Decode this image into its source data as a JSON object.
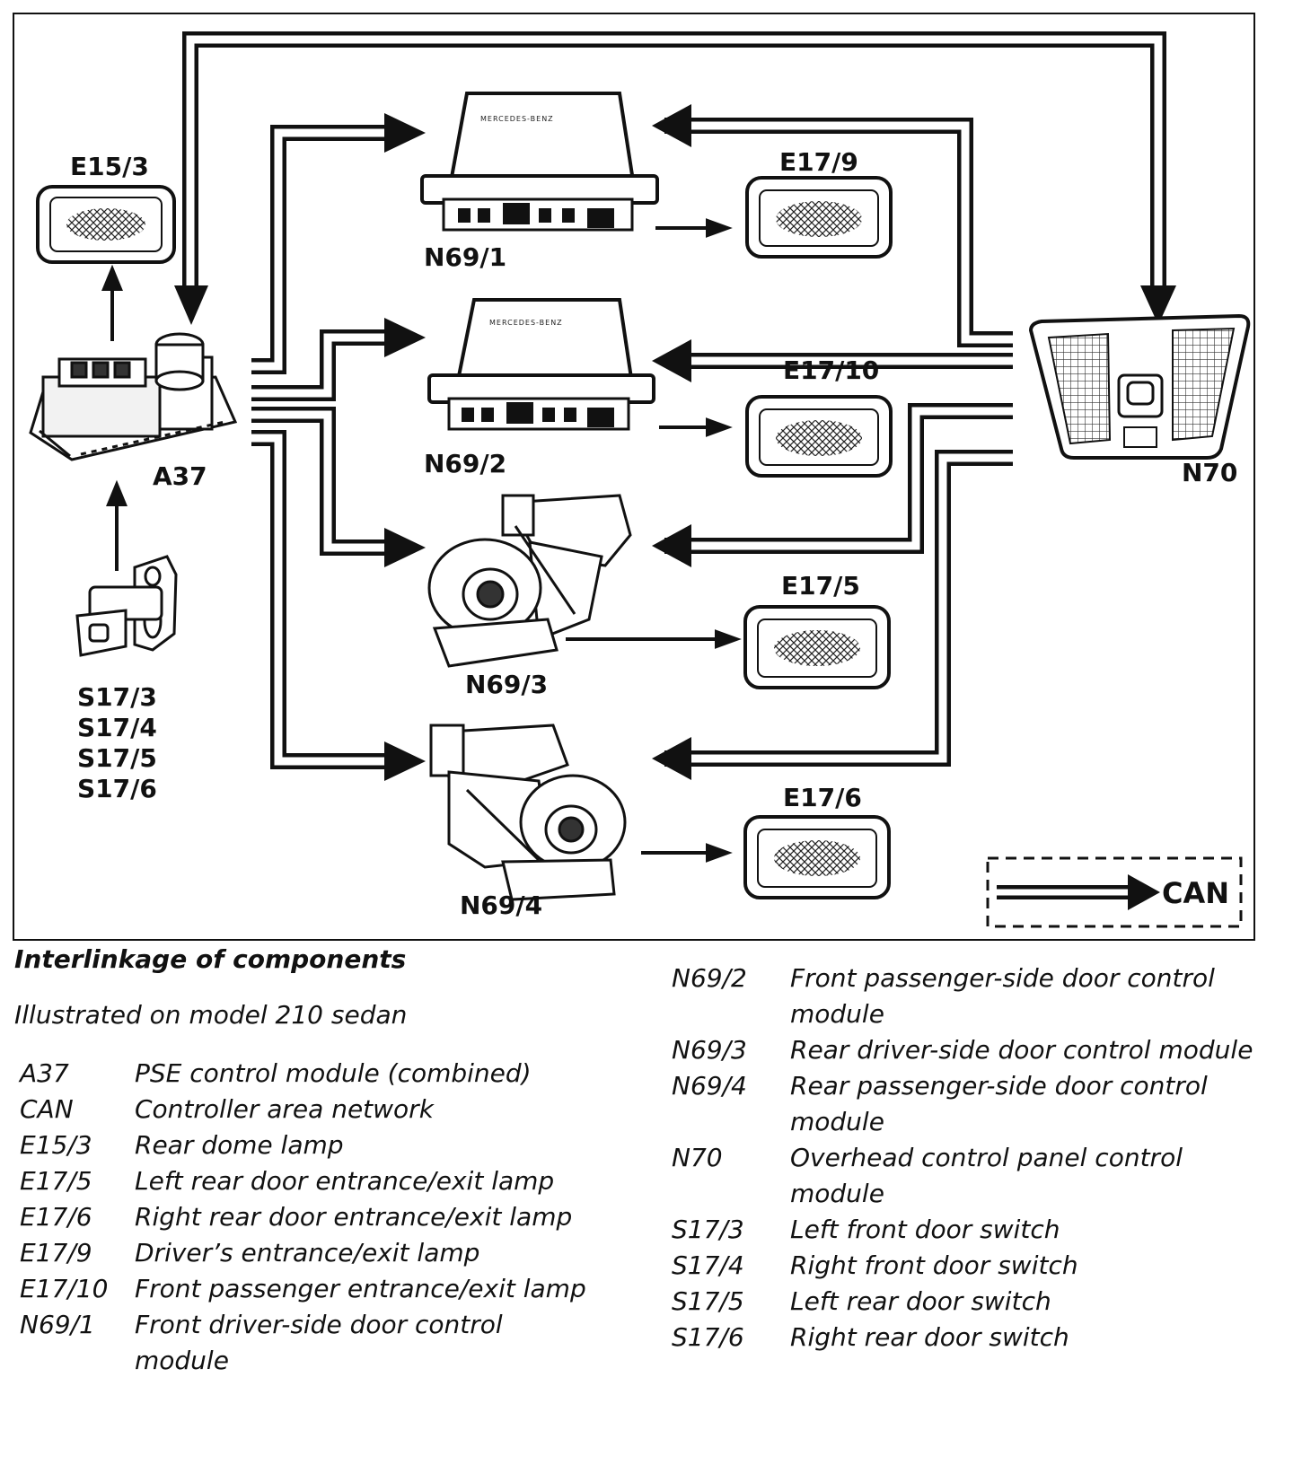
{
  "diagram": {
    "labels": {
      "e15_3": "E15/3",
      "a37": "A37",
      "s17_3": "S17/3",
      "s17_4": "S17/4",
      "s17_5": "S17/5",
      "s17_6": "S17/6",
      "n69_1": "N69/1",
      "n69_2": "N69/2",
      "n69_3": "N69/3",
      "n69_4": "N69/4",
      "e17_9": "E17/9",
      "e17_10": "E17/10",
      "e17_5": "E17/5",
      "e17_6": "E17/6",
      "n70": "N70",
      "can": "CAN"
    },
    "brand_text": "MERCEDES-BENZ"
  },
  "legend": {
    "title": "Interlinkage of components",
    "subtitle": "Illustrated on model 210 sedan",
    "left_items": [
      {
        "code": "A37",
        "desc": "PSE control module (combined)"
      },
      {
        "code": "CAN",
        "desc": "Controller area network"
      },
      {
        "code": "E15/3",
        "desc": "Rear dome lamp"
      },
      {
        "code": "E17/5",
        "desc": "Left rear door entrance/exit lamp"
      },
      {
        "code": "E17/6",
        "desc": "Right rear door entrance/exit lamp"
      },
      {
        "code": "E17/9",
        "desc": "Driver’s entrance/exit lamp"
      },
      {
        "code": "E17/10",
        "desc": "Front passenger entrance/exit lamp"
      },
      {
        "code": "N69/1",
        "desc": "Front driver-side door control module"
      }
    ],
    "right_items": [
      {
        "code": "N69/2",
        "desc": "Front passenger-side door control module"
      },
      {
        "code": "N69/3",
        "desc": "Rear driver-side door control module"
      },
      {
        "code": "N69/4",
        "desc": "Rear passenger-side door control module"
      },
      {
        "code": "N70",
        "desc": "Overhead control panel control module"
      },
      {
        "code": "S17/3",
        "desc": "Left front door switch"
      },
      {
        "code": "S17/4",
        "desc": "Right front door switch"
      },
      {
        "code": "S17/5",
        "desc": "Left rear door switch"
      },
      {
        "code": "S17/6",
        "desc": "Right rear door switch"
      }
    ]
  }
}
